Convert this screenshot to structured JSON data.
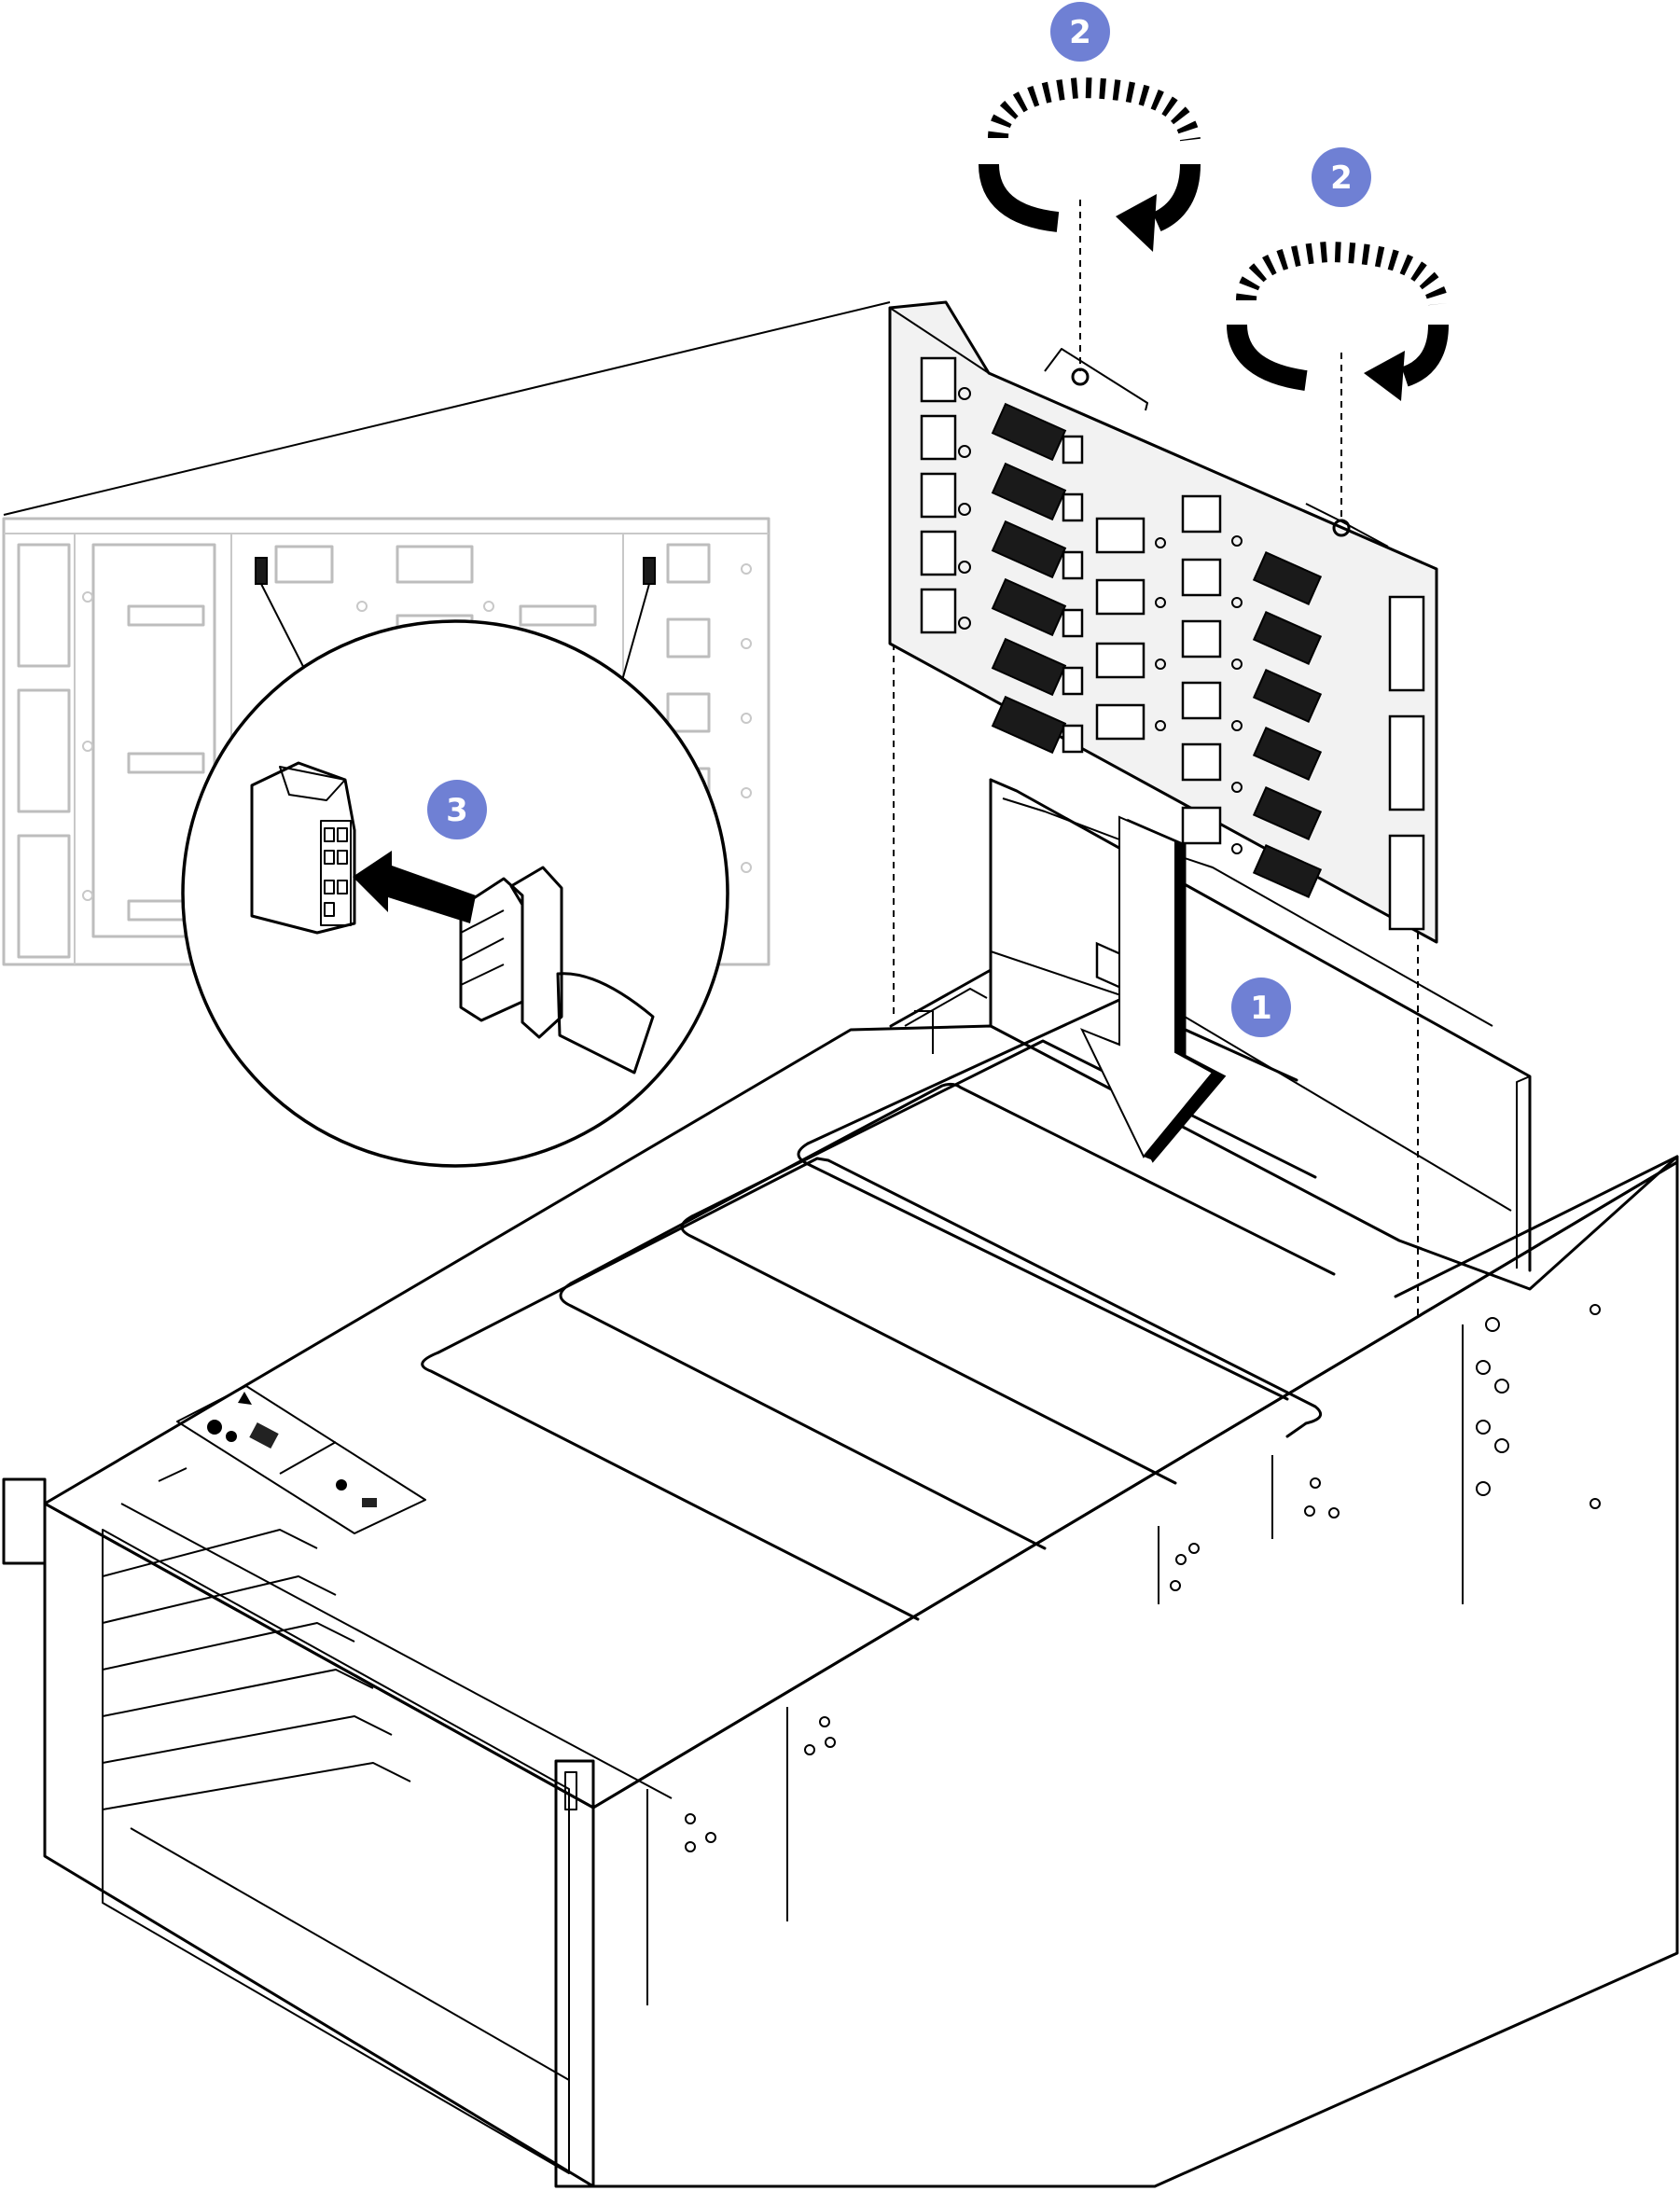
{
  "callouts": {
    "step1": "1",
    "step2a": "2",
    "step2b": "2",
    "step3": "3"
  },
  "colors": {
    "callout": "#6f80d4",
    "line": "#000000",
    "ghost": "#bdbdbd",
    "background": "#ffffff"
  },
  "icons": {
    "arrow": "down-arrow-icon",
    "rotate": "rotate-clockwise-icon",
    "connector": "power-connector-icon"
  }
}
